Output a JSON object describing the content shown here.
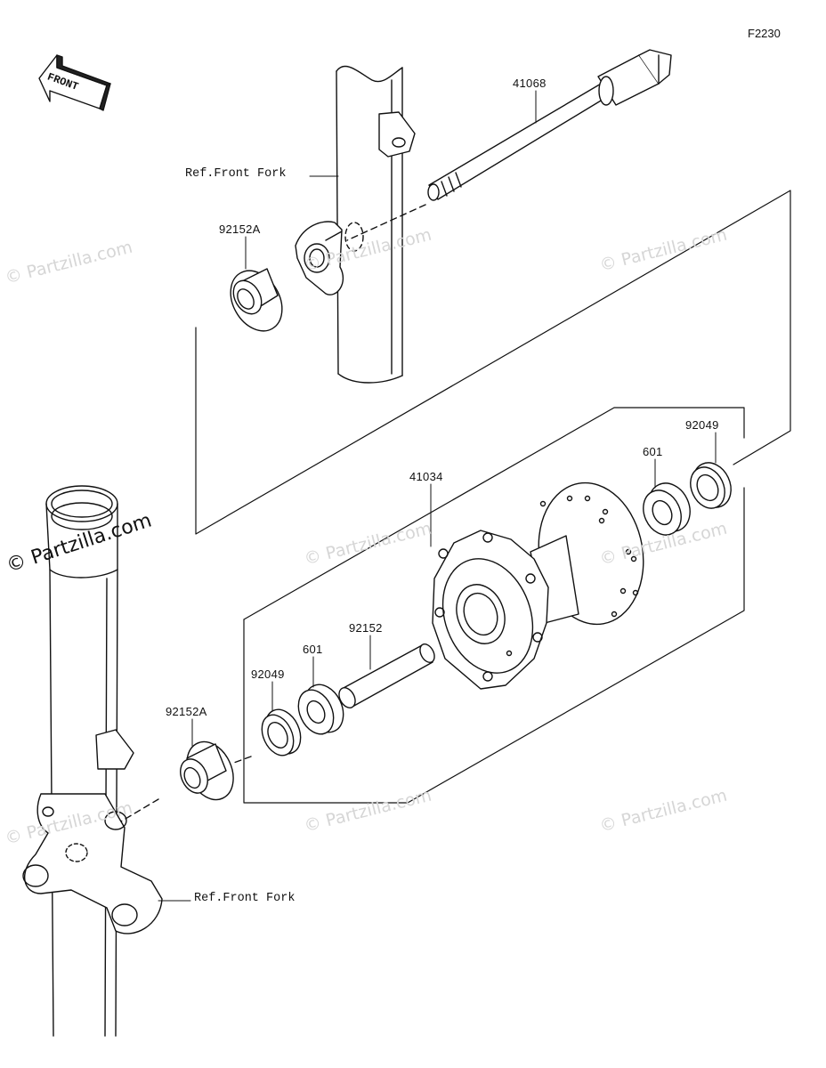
{
  "diagram_code": "F2230",
  "front_badge": "FRONT",
  "watermark": "© Partzilla.com",
  "watermark_main": "© Partzilla.com",
  "parts": {
    "axle": "41068",
    "collar_upper": "92152A",
    "hub": "41034",
    "seal_right": "92049",
    "bearing_right": "601",
    "spacer": "92152",
    "bearing_left": "601",
    "seal_left": "92049",
    "collar_lower": "92152A"
  },
  "refs": {
    "fork_upper": "Ref.Front Fork",
    "fork_lower": "Ref.Front Fork"
  }
}
